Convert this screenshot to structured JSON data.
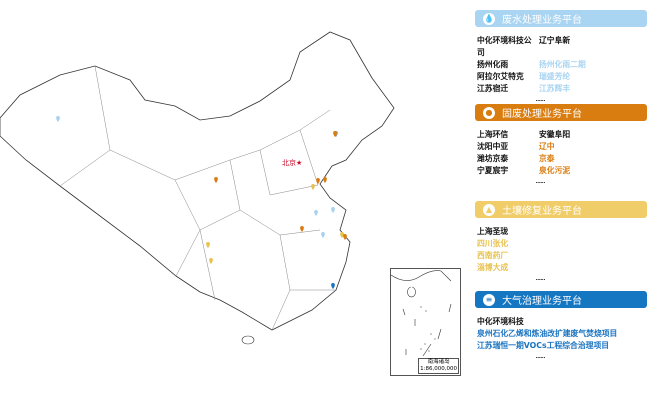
{
  "map": {
    "capital_label": "北京★",
    "inset_label": "南海诸岛",
    "inset_scale": "1:86,000,000",
    "pins": [
      {
        "color": "#a9d1f0"
      },
      {
        "color": "#9e9e9e"
      },
      {
        "color": "#d97d10"
      },
      {
        "color": "#d97d10"
      },
      {
        "color": "#e8c24d"
      },
      {
        "color": "#d97d10"
      },
      {
        "color": "#d97d10"
      },
      {
        "color": "#a9d1f0"
      },
      {
        "color": "#a9d1f0"
      },
      {
        "color": "#d97d10"
      },
      {
        "color": "#a9d1f0"
      },
      {
        "color": "#e8c24d"
      },
      {
        "color": "#d97d10"
      },
      {
        "color": "#e8c24d"
      },
      {
        "color": "#e8c24d"
      },
      {
        "color": "#1a74c0"
      }
    ]
  },
  "panels": [
    {
      "title": "废水处理业务平台",
      "icon": "water-drop-icon",
      "color": "#a9d4f2",
      "accent": "#a9d4f2",
      "left": [
        "中化环境科技公司",
        "扬州化雨",
        "阿拉尔艾特克",
        "江苏宿迁"
      ],
      "right": [
        "辽宁阜新",
        "扬州化雨二期",
        "瑞盛芳纶",
        "江苏辉丰"
      ],
      "more": "......"
    },
    {
      "title": "固废处理业务平台",
      "icon": "solid-waste-icon",
      "color": "#d97d10",
      "accent": "#d97d10",
      "left": [
        "上海环信",
        "沈阳中亚",
        "潍坊京泰",
        "宁夏宸宇"
      ],
      "right": [
        "安徽阜阳",
        "辽中",
        "京泰",
        "泉化污泥"
      ],
      "more": "......"
    },
    {
      "title": "土壤修复业务平台",
      "icon": "mountain-icon",
      "color": "#f0cd68",
      "accent": "#e8c24d",
      "items": [
        "上海圣珑",
        "四川张化",
        "西南药厂",
        "淄博大成"
      ],
      "more": "......"
    },
    {
      "title": "大气治理业务平台",
      "icon": "air-icon",
      "color": "#1576c2",
      "accent": "#1a74c0",
      "items": [
        "中化环境科技",
        "泉州石化乙烯和炼油改扩建废气焚烧项目",
        "江苏瑞恒一期VOCs工程综合治理项目"
      ],
      "more": "......"
    }
  ]
}
